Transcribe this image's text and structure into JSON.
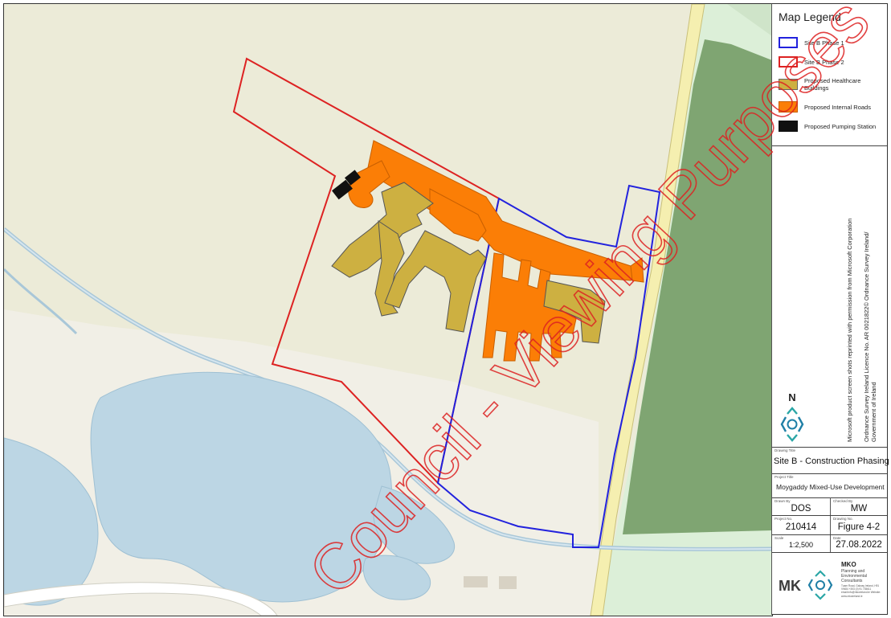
{
  "legend": {
    "title": "Map Legend",
    "items": [
      {
        "label": "Site B Phase 1",
        "fill": "#ffffff",
        "stroke": "#2222dd"
      },
      {
        "label": "Site B Phase 2",
        "fill": "#ffffff",
        "stroke": "#dd2222"
      },
      {
        "label": "Proposed Healthcare Buildings",
        "fill": "#cdb041",
        "stroke": "#555555"
      },
      {
        "label": "Proposed Internal Roads",
        "fill": "#fb7e06",
        "stroke": "#c85f00"
      },
      {
        "label": "Proposed Pumping Station",
        "fill": "#111111",
        "stroke": "#000000"
      }
    ]
  },
  "credits": {
    "microsoft": "Microsoft product screen shots reprinted with permission from Microsoft Corporation",
    "osi": "Ordnance Survey Ireland Licence No. AR 0021822© Ordnance Survey Ireland/ Government of Ireland"
  },
  "north_label": "N",
  "title_block": {
    "drawing_title_label": "Drawing Title",
    "drawing_title": "Site B - Construction Phasing",
    "project_title_label": "Project Title",
    "project_title": "Moygaddy Mixed-Use Development",
    "drawn_by_label": "Drawn By",
    "drawn_by": "DOS",
    "checked_by_label": "Checked By",
    "checked_by": "MW",
    "project_no_label": "Project No.",
    "project_no": "210414",
    "drawing_no_label": "Drawing No.",
    "drawing_no": "Figure 4-2",
    "scale_label": "Scale",
    "scale": "1:2,500",
    "date_label": "Date",
    "date": "27.08.2022"
  },
  "company": {
    "name": "MKO",
    "desc": "Planning and Environmental Consultants",
    "address": "Tuam Road, Galway Ireland, H91 VW84 +353 (0) 91 735611 email:info@mkoireland.ie Website: www.mkoireland.ie"
  },
  "watermark": "Council - Viewing Purposes",
  "colors": {
    "field": "#ecebd8",
    "water": "#bcd6e4",
    "forest": "#7fa572",
    "phase1": "#2222dd",
    "phase2": "#dd2222",
    "building": "#cdb041",
    "road": "#fb7e06",
    "watermark": "#dd2222"
  }
}
